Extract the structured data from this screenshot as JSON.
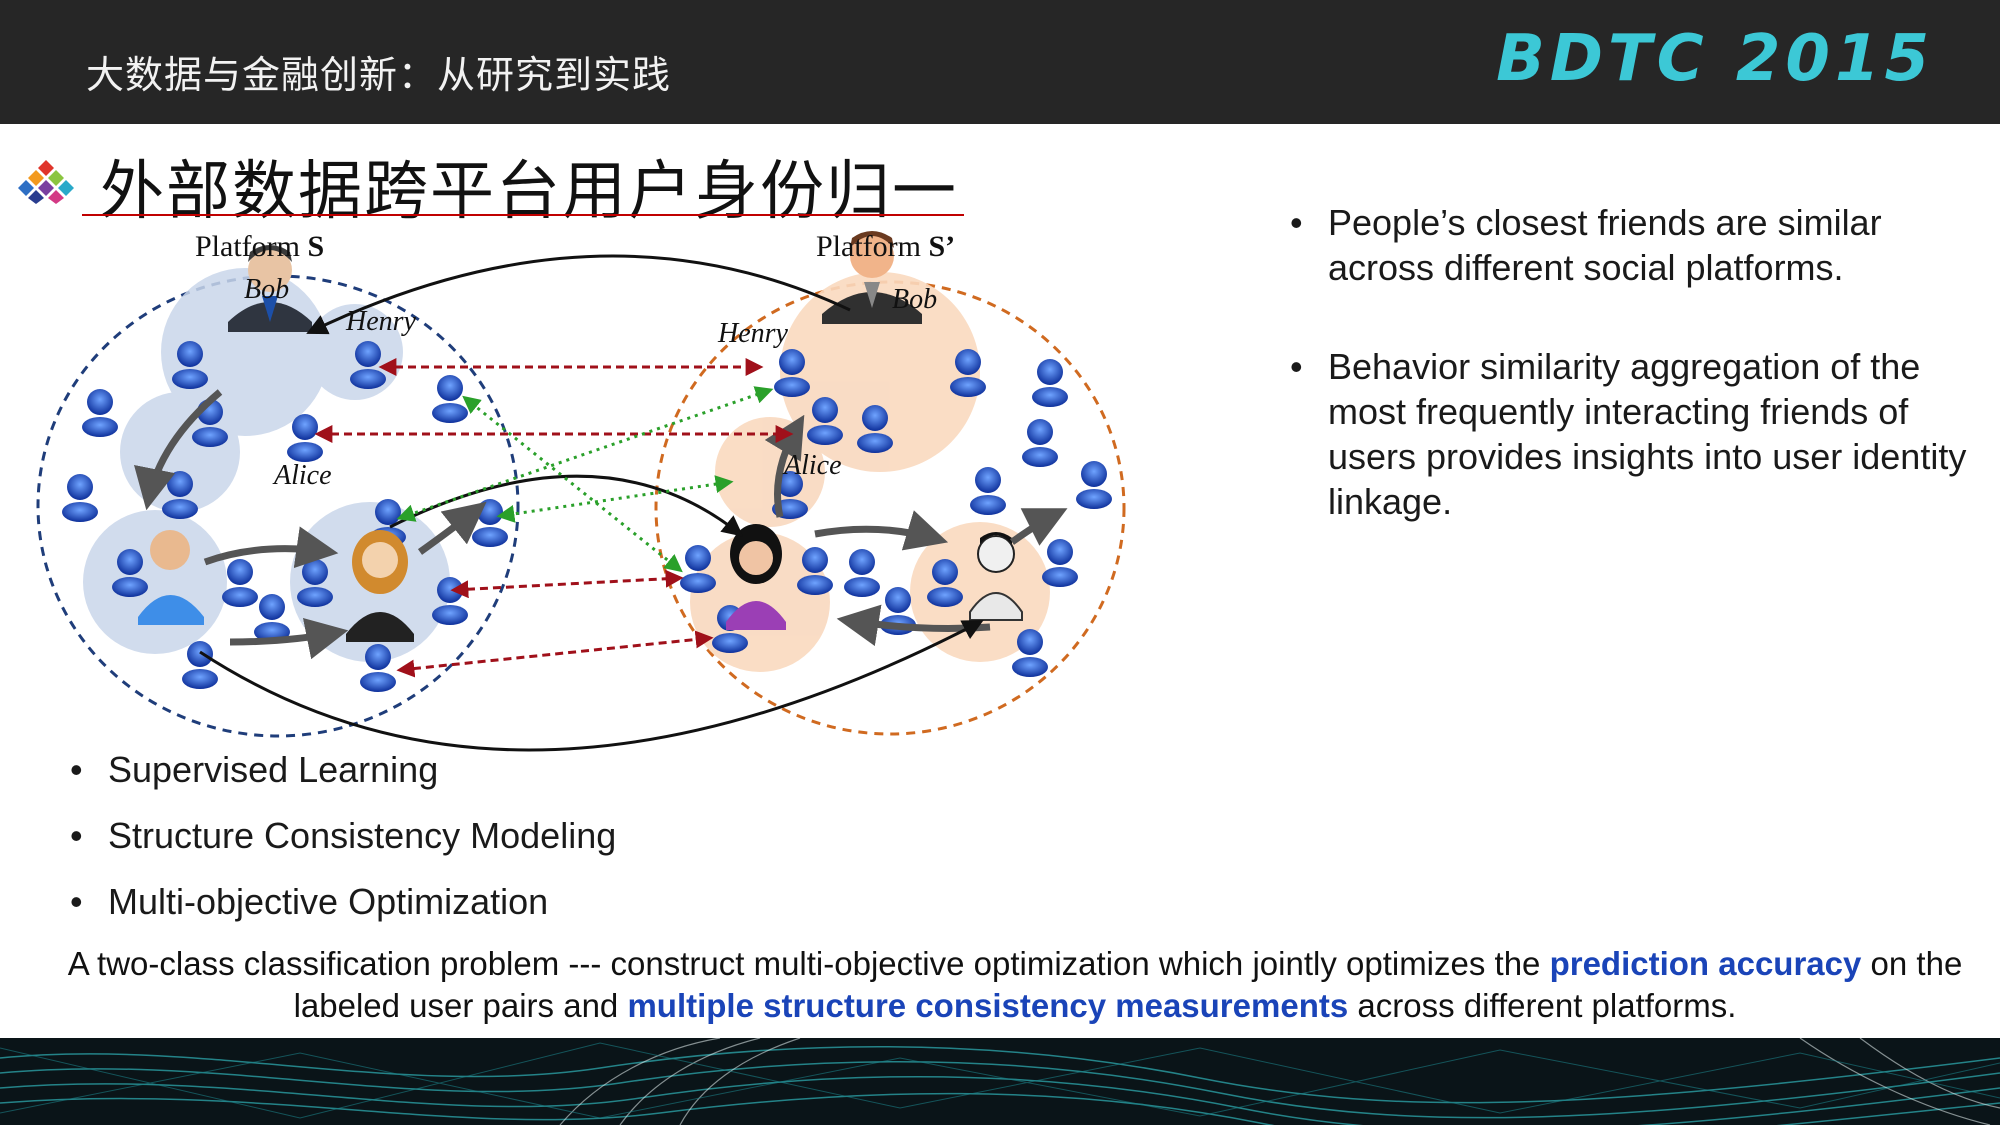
{
  "header": {
    "title": "大数据与金融创新：从研究到实践",
    "brand": "BDTC 2015"
  },
  "slide": {
    "title": "外部数据跨平台用户身份归一"
  },
  "diagram": {
    "platform_left": {
      "prefix": "Platform ",
      "symbol": "S"
    },
    "platform_right": {
      "prefix": "Platform ",
      "symbol": "S’"
    },
    "labels": {
      "bob_left": "Bob",
      "henry_left": "Henry",
      "alice_left": "Alice",
      "bob_right": "Bob",
      "henry_right": "Henry",
      "alice_right": "Alice"
    }
  },
  "right_bullets": [
    {
      "text": "People’s closest friends are similar across different social platforms."
    },
    {
      "text": "Behavior similarity aggregation of the most frequently interacting friends of users provides insights into user identity linkage."
    }
  ],
  "left_bullets": [
    {
      "text": "Supervised Learning"
    },
    {
      "text": "Structure Consistency Modeling"
    },
    {
      "text": "Multi-objective Optimization"
    }
  ],
  "summary": {
    "part1": "A two-class classification problem --- construct multi-objective optimization which jointly optimizes the ",
    "highlight1": "prediction accuracy",
    "part2": " on the labeled user pairs and ",
    "highlight2": "multiple structure consistency measurements",
    "part3": " across different platforms."
  },
  "colors": {
    "header_bg": "#262626",
    "brand": "#3cc8d6",
    "title_underline": "#c00000",
    "highlight": "#1a44b8",
    "left_platform": "#1f3d7a",
    "right_platform": "#d06a20",
    "cross_link_red": "#a0101a",
    "cross_link_green": "#2aa02a"
  },
  "bullet_glyph": "•"
}
